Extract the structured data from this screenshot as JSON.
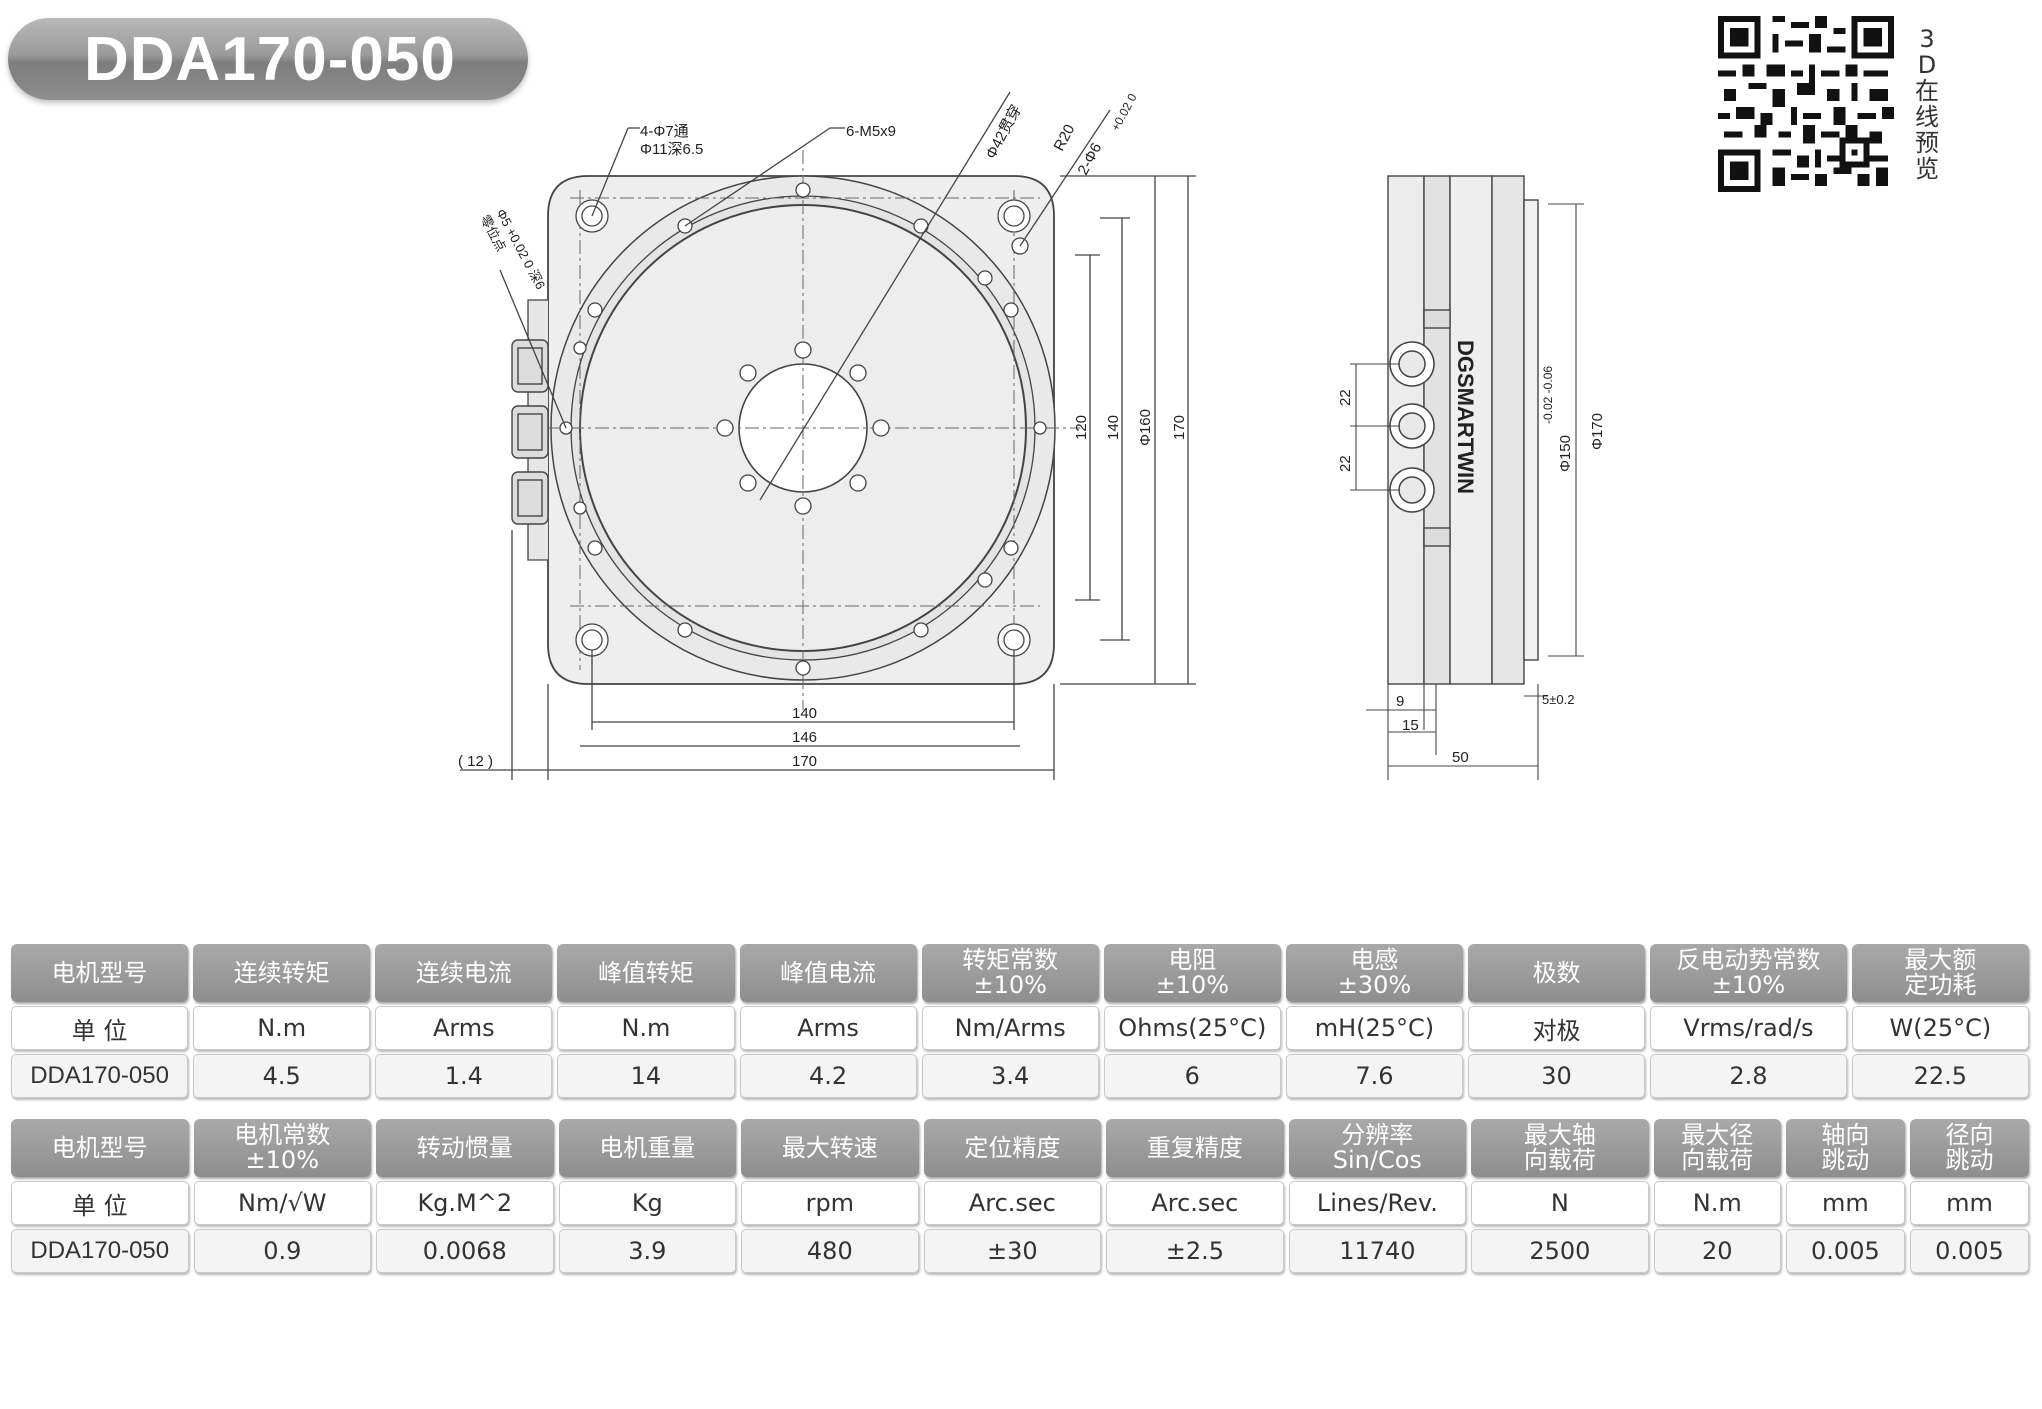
{
  "title": "DDA170-050",
  "qr_label": "3D在线预览",
  "drawing": {
    "front_labels": {
      "holes_a": "4-Φ7通",
      "holes_a_cb": "Φ11深6.5",
      "holes_b": "6-M5x9",
      "bore": "Φ42贯穿",
      "radius": "R20",
      "pin": "2-Φ6",
      "pin_tol": "+0.02 0",
      "origin": "Φ5 +0.02 0 深6",
      "origin_note": "零位点",
      "dim_140v": "120",
      "dim_140v2": "140",
      "dim_160": "Φ160",
      "dim_170v": "170",
      "dim_140h": "140",
      "dim_146h": "146",
      "dim_170h": "170",
      "dim_12": "( 12 )"
    },
    "side_labels": {
      "brand": "DGSMARTWIN",
      "d22a": "22",
      "d22b": "22",
      "d150": "Φ150",
      "d150_tol": "-0.02 -0.06",
      "d170": "Φ170",
      "d9": "9",
      "d15": "15",
      "d50": "50",
      "d5": "5±0.2"
    }
  },
  "table": {
    "rows": [
      {
        "kind": "header",
        "cells": [
          "电机型号",
          "连续转矩",
          "连续电流",
          "峰值转矩",
          "峰值电流",
          "转矩常数\n±10%",
          "电阻\n±10%",
          "电感\n±30%",
          "极数",
          "反电动势常数\n±10%",
          "最大额\n定功耗"
        ]
      },
      {
        "kind": "unit",
        "cells": [
          "单 位",
          "N.m",
          "Arms",
          "N.m",
          "Arms",
          "Nm/Arms",
          "Ohms(25°C)",
          "mH(25°C)",
          "对极",
          "Vrms/rad/s",
          "W(25°C)"
        ]
      },
      {
        "kind": "value",
        "cells": [
          "DDA170-050",
          "4.5",
          "1.4",
          "14",
          "4.2",
          "3.4",
          "6",
          "7.6",
          "30",
          "2.8",
          "22.5"
        ]
      },
      {
        "kind": "header",
        "cells": [
          "电机型号",
          "电机常数\n±10%",
          "转动惯量",
          "电机重量",
          "最大转速",
          "定位精度",
          "重复精度",
          "分辨率\nSin/Cos",
          "最大轴\n向载荷",
          "最大径\n向载荷",
          "轴向\n跳动",
          "径向\n跳动"
        ]
      },
      {
        "kind": "unit",
        "cells": [
          "单 位",
          "Nm/√W",
          "Kg.M^2",
          "Kg",
          "rpm",
          "Arc.sec",
          "Arc.sec",
          "Lines/Rev.",
          "N",
          "N.m",
          "mm",
          "mm"
        ]
      },
      {
        "kind": "value",
        "cells": [
          "DDA170-050",
          "0.9",
          "0.0068",
          "3.9",
          "480",
          "±30",
          "±2.5",
          "11740",
          "2500",
          "20",
          "0.005",
          "0.005"
        ]
      }
    ]
  }
}
